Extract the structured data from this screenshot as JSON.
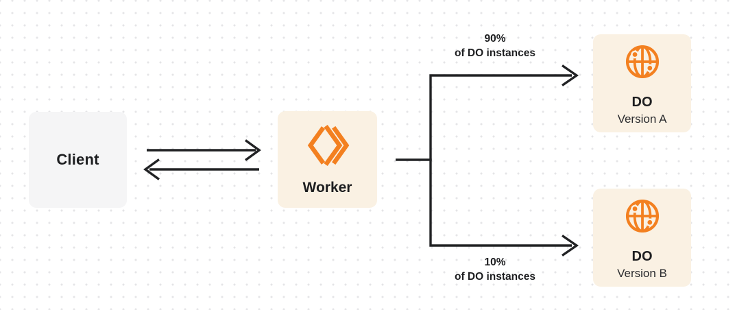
{
  "nodes": {
    "client": {
      "label": "Client"
    },
    "worker": {
      "label": "Worker",
      "icon": "cloudflare-workers-chevrons-icon"
    },
    "do_version_a": {
      "title": "DO",
      "subtitle": "Version A",
      "icon": "durable-object-globe-icon"
    },
    "do_version_b": {
      "title": "DO",
      "subtitle": "Version B",
      "icon": "durable-object-globe-icon"
    }
  },
  "edges": {
    "client_worker": {
      "style": "two opposing horizontal arrows"
    },
    "branch_a": {
      "percent": "90%",
      "caption": "of DO instances"
    },
    "branch_b": {
      "percent": "10%",
      "caption": "of DO instances"
    }
  },
  "colors": {
    "accent_orange": "#f38020",
    "node_bg_cream": "#faf1e3",
    "client_bg_gray": "#f5f5f6",
    "arrow_dark": "#212224",
    "text_dark": "#1d1e20",
    "dot_grid": "#e5e5e7",
    "canvas_bg": "#ffffff"
  }
}
